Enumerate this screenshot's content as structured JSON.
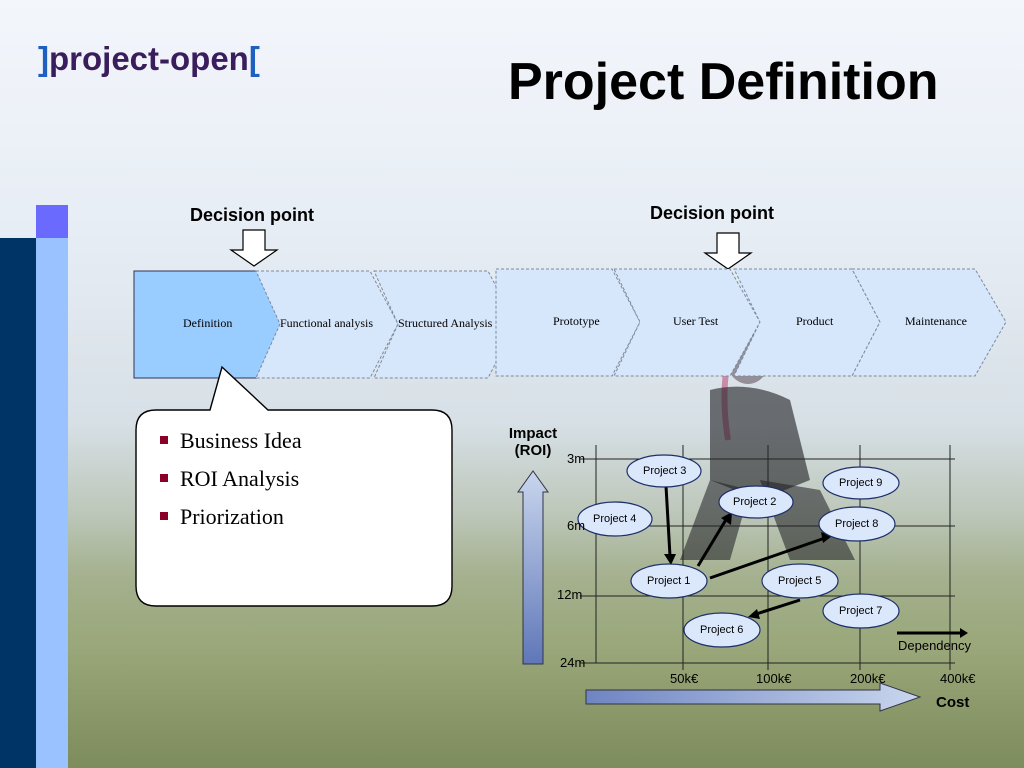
{
  "brand": {
    "bracket_open": "]",
    "name": "project-open",
    "bracket_close": "["
  },
  "title": "Project Definition",
  "decision_points": [
    "Decision point",
    "Decision point"
  ],
  "phases": [
    "Definition",
    "Functional analysis",
    "Structured Analysis",
    "Prototype",
    "User Test",
    "Product",
    "Maintenance"
  ],
  "callout": {
    "items": [
      "Business Idea",
      "ROI Analysis",
      "Priorization"
    ]
  },
  "chart_data": {
    "type": "bubble-matrix",
    "y_axis_title_line1": "Impact",
    "y_axis_title_line2": "(ROI)",
    "y_ticks": [
      "3m",
      "6m",
      "12m",
      "24m"
    ],
    "x_axis_title": "Cost",
    "x_ticks": [
      "50k€",
      "100k€",
      "200k€",
      "400k€"
    ],
    "legend_label": "Dependency",
    "projects": [
      "Project 3",
      "Project 9",
      "Project 2",
      "Project 4",
      "Project 8",
      "Project 1",
      "Project 5",
      "Project 7",
      "Project 6"
    ]
  }
}
